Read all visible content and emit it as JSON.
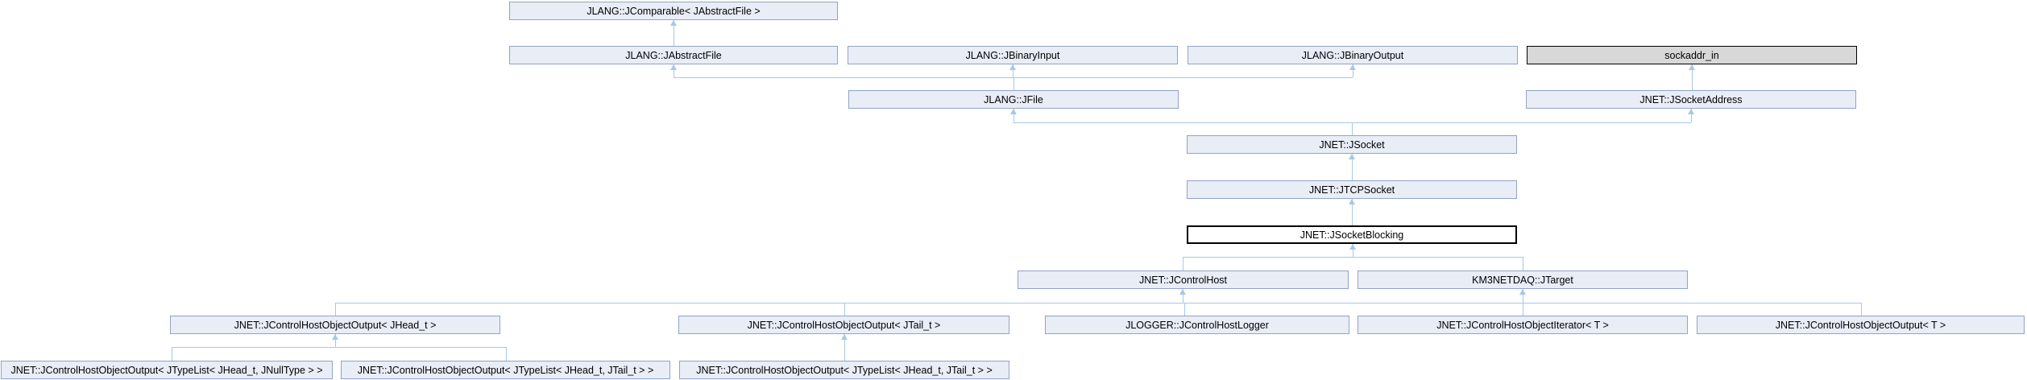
{
  "colors": {
    "background": "#ffffff",
    "node_fill": "#e8edf6",
    "node_border": "#93a3c6",
    "current_node_fill": "#ffffff",
    "current_node_border": "#000000",
    "external_node_fill": "#d8d8d8",
    "external_node_border": "#000000",
    "edge": "#a5c9e5",
    "text": "#000000"
  },
  "diagram_type": "class-inheritance-graph",
  "nodes": [
    {
      "label": "JLANG::JComparable< JAbstractFile >"
    },
    {
      "label": "JLANG::JAbstractFile"
    },
    {
      "label": "JLANG::JBinaryInput"
    },
    {
      "label": "JLANG::JBinaryOutput"
    },
    {
      "label": "sockaddr_in"
    },
    {
      "label": "JLANG::JFile"
    },
    {
      "label": "JNET::JSocketAddress"
    },
    {
      "label": "JNET::JSocket"
    },
    {
      "label": "JNET::JTCPSocket"
    },
    {
      "label": "JNET::JSocketBlocking"
    },
    {
      "label": "JNET::JControlHost"
    },
    {
      "label": "KM3NETDAQ::JTarget"
    },
    {
      "label": "JNET::JControlHostObjectOutput< JHead_t >"
    },
    {
      "label": "JNET::JControlHostObjectOutput< JTail_t >"
    },
    {
      "label": "JLOGGER::JControlHostLogger"
    },
    {
      "label": "JNET::JControlHostObjectIterator< T >"
    },
    {
      "label": "JNET::JControlHostObjectOutput< T >"
    },
    {
      "label": "JNET::JControlHostObjectOutput< JTypeList< JHead_t, JNullType > >"
    },
    {
      "label": "JNET::JControlHostObjectOutput< JTypeList< JHead_t, JTail_t > >"
    },
    {
      "label": "JNET::JControlHostObjectOutput< JTypeList< JHead_t, JTail_t > >"
    }
  ]
}
